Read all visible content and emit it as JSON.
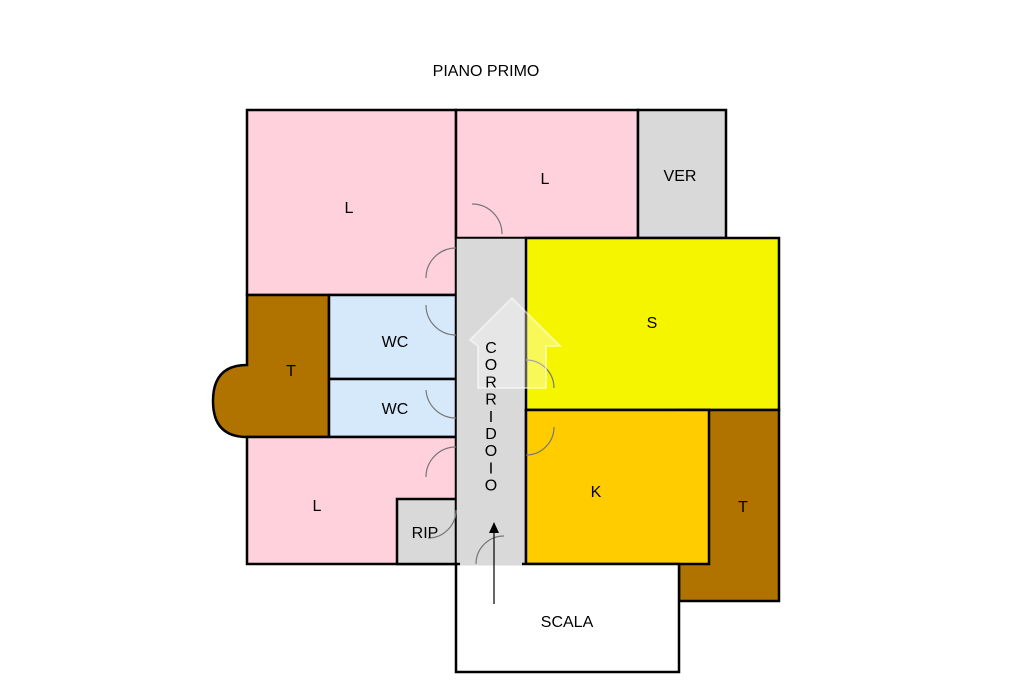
{
  "title": "PIANO PRIMO",
  "colors": {
    "bedroom": "#ffd1dc",
    "bathroom": "#d6e9fb",
    "terrace": "#b07300",
    "living": "#f5f500",
    "kitchen": "#ffcc00",
    "corridor": "#d9d9d9",
    "storage": "#d9d9d9",
    "stairs": "#ffffff"
  },
  "rooms": {
    "bedroom_top_left": "L",
    "bedroom_top_mid": "L",
    "veranda": "VER",
    "terrace_left": "T",
    "wc_upper": "WC",
    "wc_lower": "WC",
    "living": "S",
    "kitchen": "K",
    "terrace_right": "T",
    "bedroom_bottom": "L",
    "storage": "RIP",
    "stairs": "SCALA"
  },
  "corridor_label": [
    "C",
    "O",
    "R",
    "R",
    "I",
    "D",
    "O",
    "I",
    "O"
  ]
}
